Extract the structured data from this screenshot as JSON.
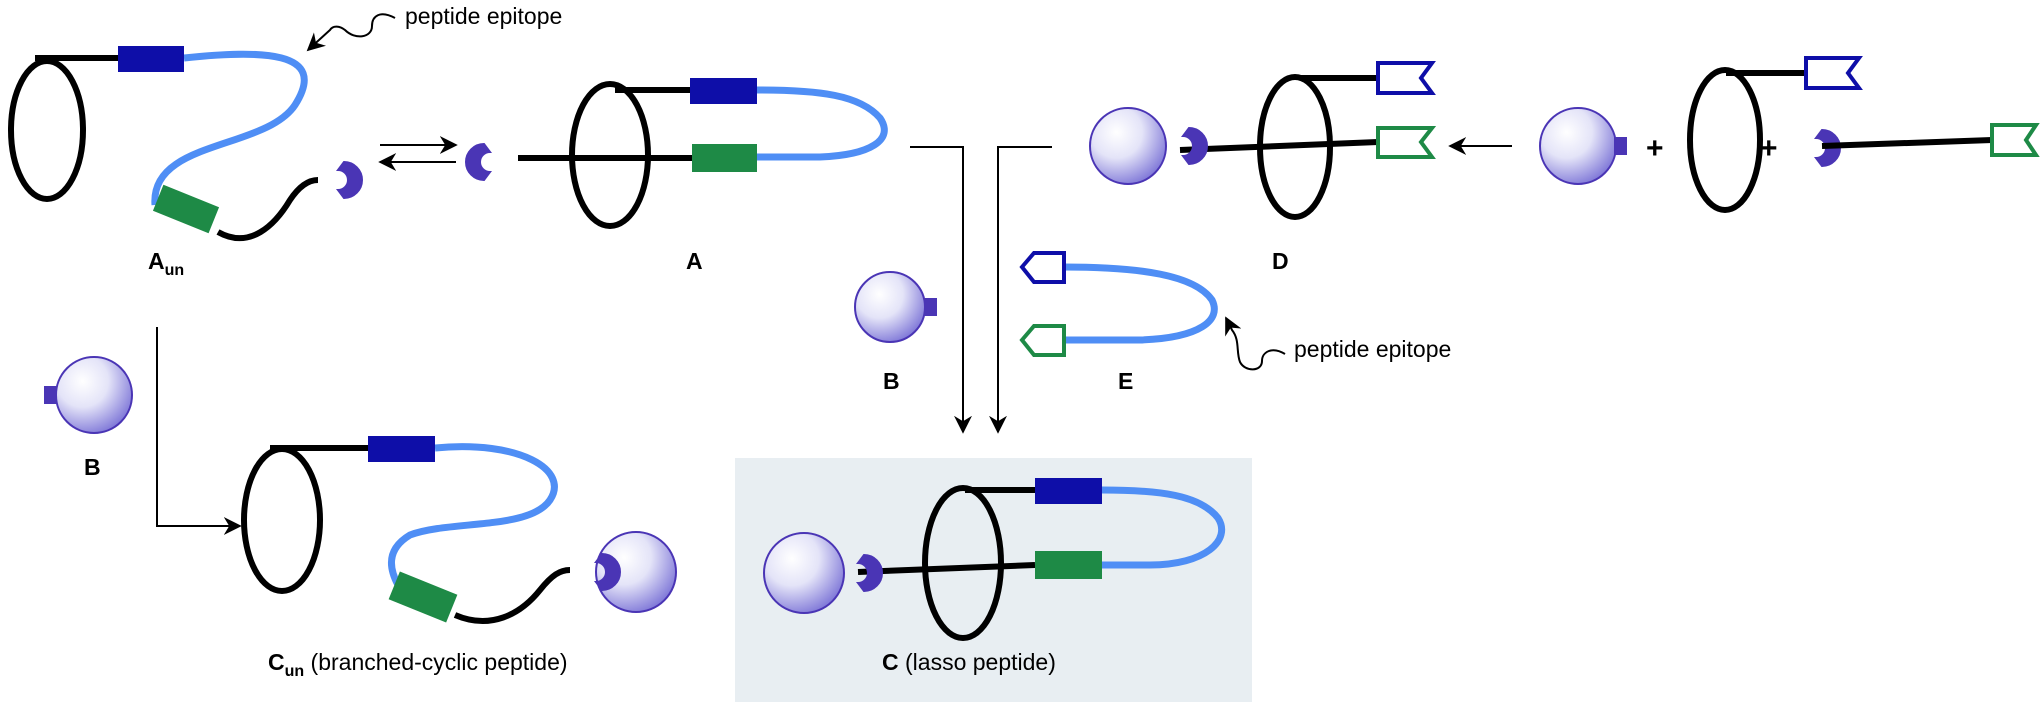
{
  "labels": {
    "a_un": "A",
    "a_un_sub": "un",
    "a": "A",
    "b1": "B",
    "b2": "B",
    "c_un": "C",
    "c_un_sub": "un",
    "c_un_desc": " (branched-cyclic peptide)",
    "c": "C",
    "c_desc": " (lasso peptide)",
    "d": "D",
    "e": "E",
    "epitope_1": "peptide epitope",
    "epitope_2": "peptide epitope",
    "plus_1": "+",
    "plus_2": "+"
  },
  "colors": {
    "dark_blue": "#0e0ea8",
    "green": "#1e8a46",
    "light_blue": "#4f8ef5",
    "purple": "#4a35b5",
    "highlight_bg": "#e8eef2"
  }
}
